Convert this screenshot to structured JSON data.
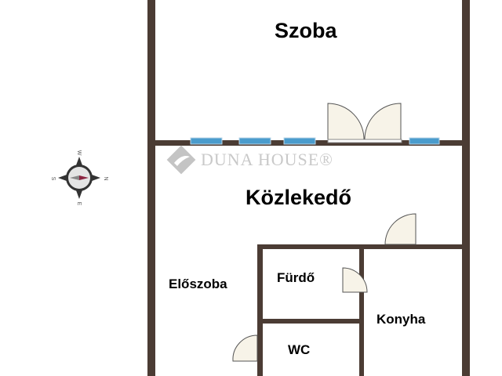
{
  "rooms": {
    "szoba": "Szoba",
    "kozlekedo": "Közlekedő",
    "eloszoba": "Előszoba",
    "furdo": "Fürdő",
    "wc": "WC",
    "konyha": "Konyha"
  },
  "compass": {
    "top": "W",
    "left": "S",
    "right": "N",
    "bottom": "E"
  },
  "watermark": "DUNA HOUSE®",
  "colors": {
    "wall": "#4b3c34",
    "window": "#4a9ccd",
    "door_fill": "#f7f3e8"
  }
}
